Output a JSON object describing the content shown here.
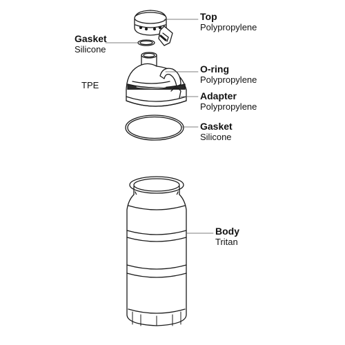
{
  "parts": [
    {
      "id": "top",
      "name": "Top",
      "material": "Polypropylene"
    },
    {
      "id": "gasket-upper",
      "name": "Gasket",
      "material": "Silicone"
    },
    {
      "id": "o-ring",
      "name": "O-ring",
      "material": "Polypropylene"
    },
    {
      "id": "adapter",
      "name": "Adapter",
      "material": "Polypropylene"
    },
    {
      "id": "gasket-lower",
      "name": "Gasket",
      "material": "Silicone"
    },
    {
      "id": "body",
      "name": "Body",
      "material": "Tritan"
    }
  ],
  "side_label": "TPE",
  "colors": {
    "line": "#1a1a1a",
    "band": "#2a2a2a",
    "fill": "#ffffff",
    "shade": "#d9d9d9"
  }
}
